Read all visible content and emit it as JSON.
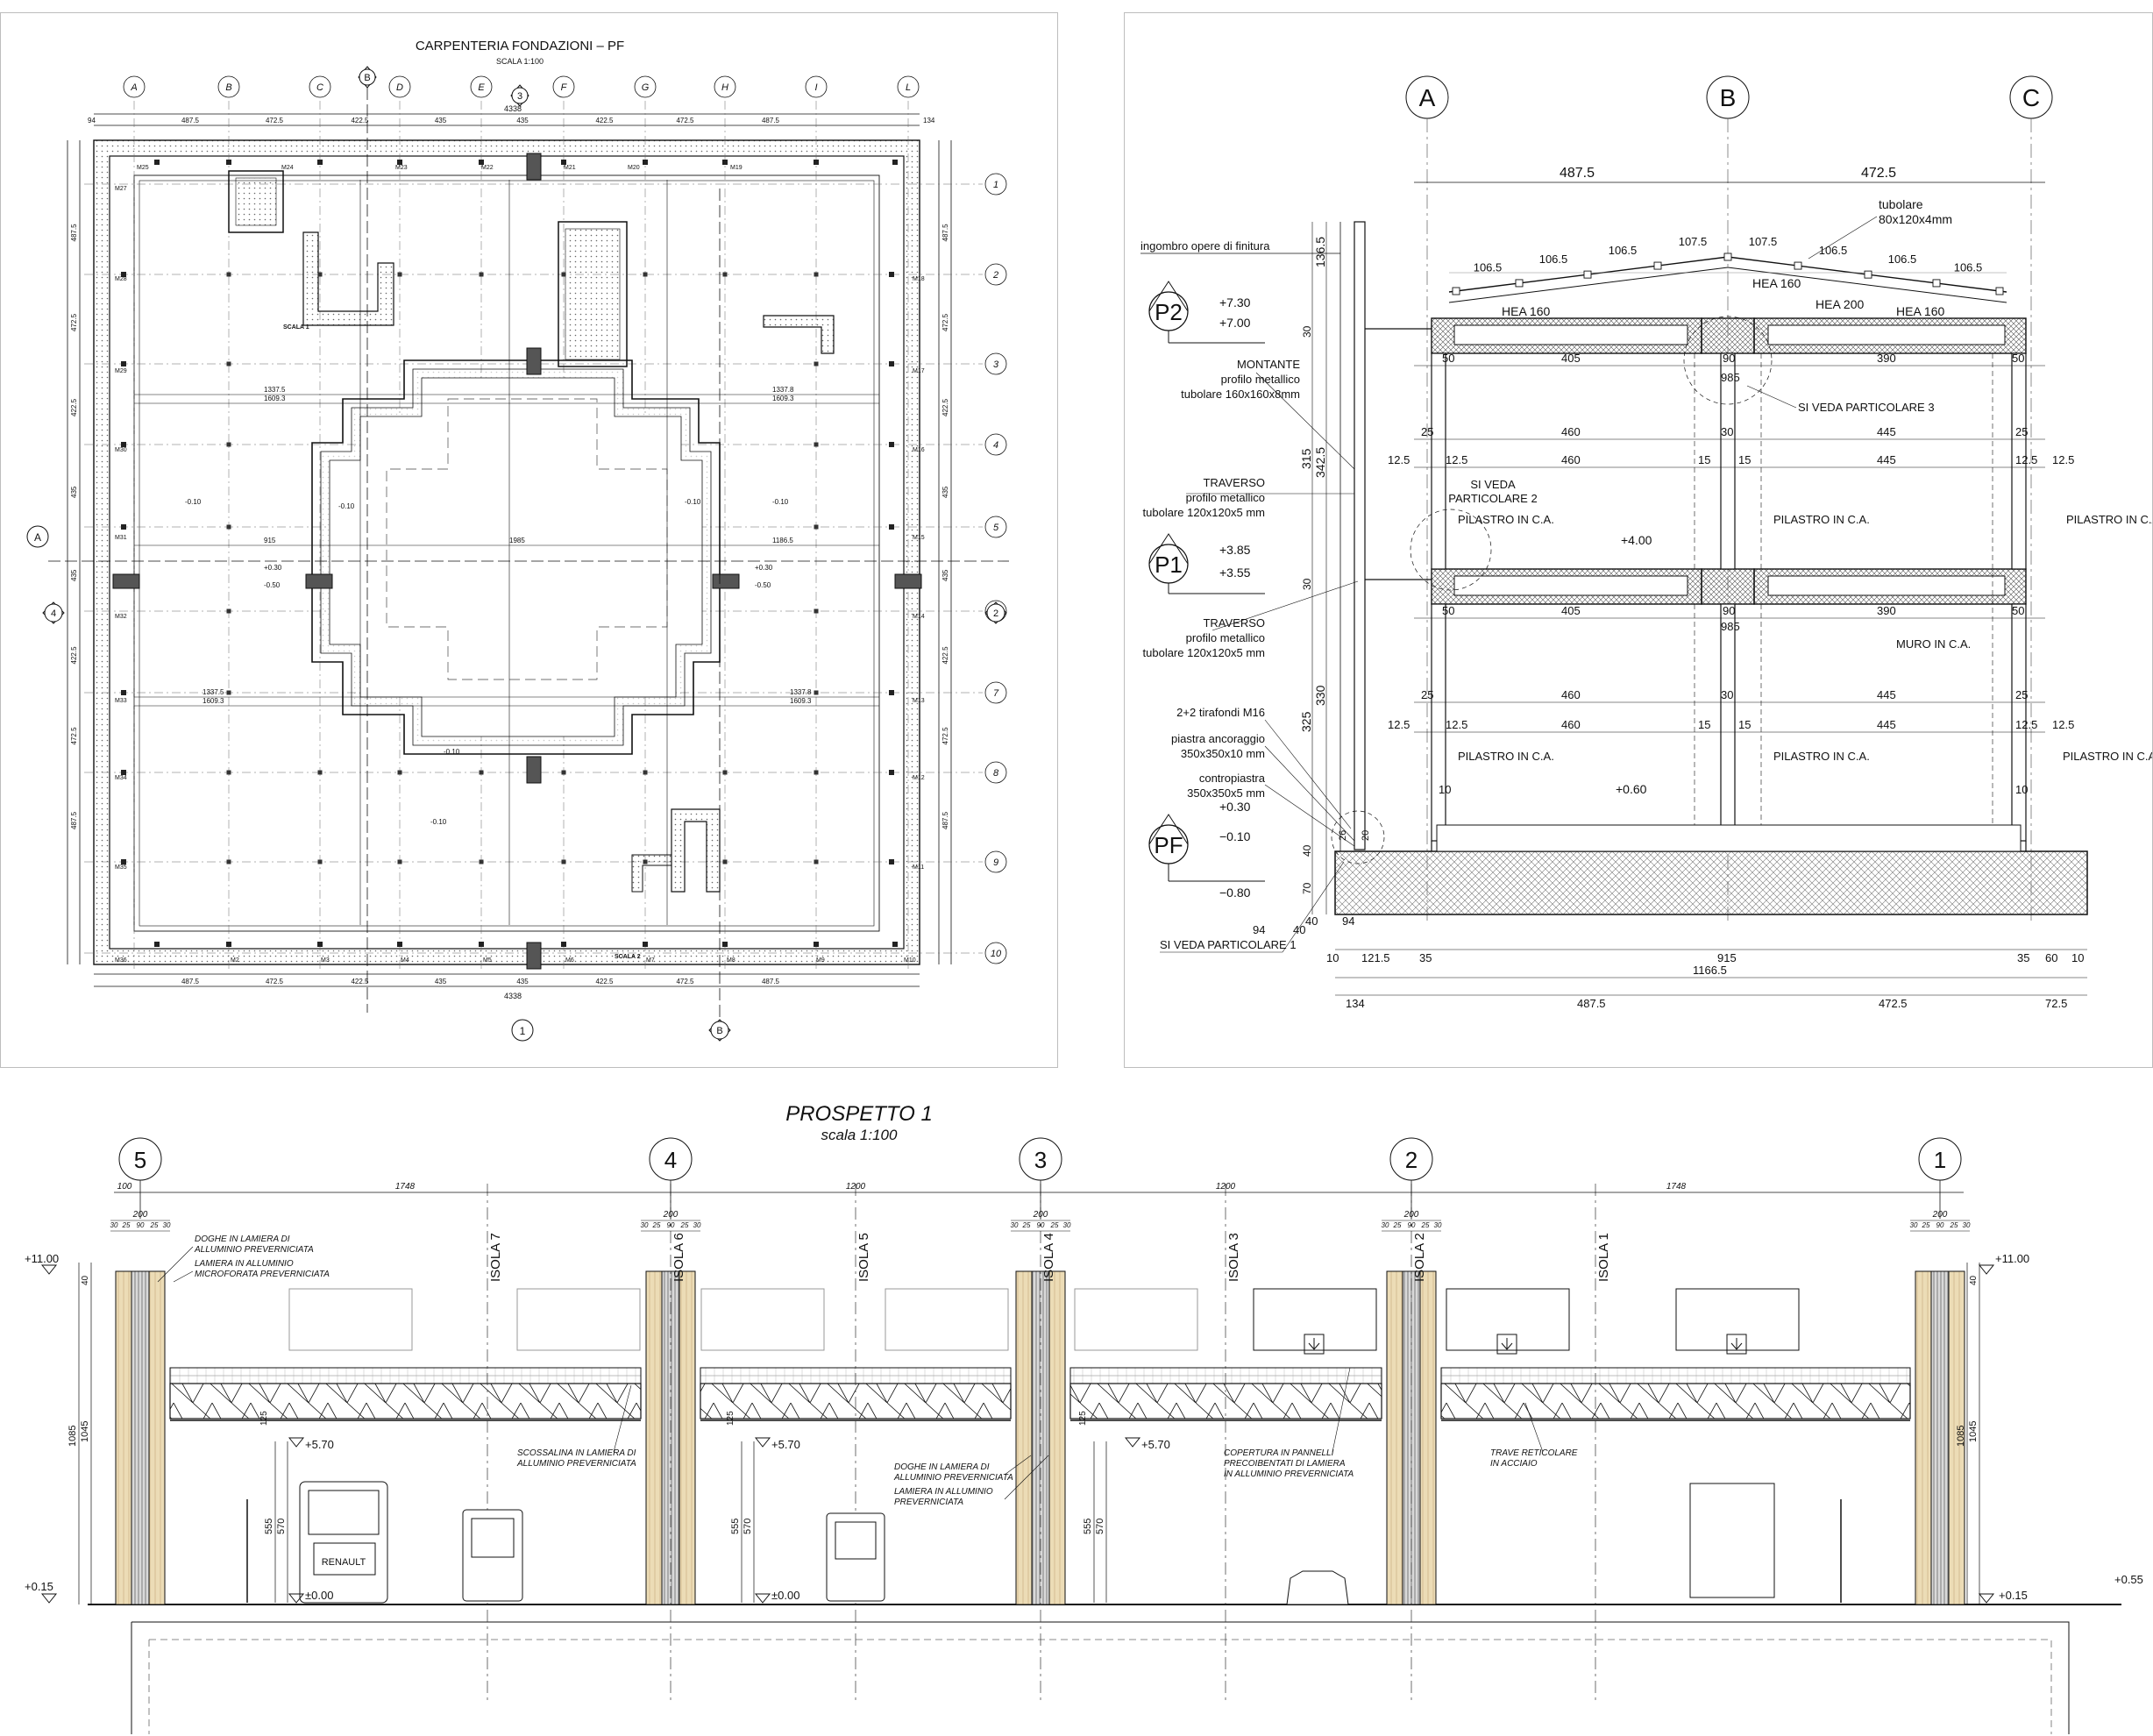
{
  "plan": {
    "title": "CARPENTERIA FONDAZIONI – PF",
    "scale": "SCALA 1:100",
    "col_axes": [
      "A",
      "B",
      "C",
      "D",
      "E",
      "F",
      "G",
      "H",
      "I",
      "L"
    ],
    "row_axes": [
      "1",
      "2",
      "3",
      "4",
      "5",
      "6",
      "7",
      "8",
      "9",
      "10"
    ],
    "top_dims": [
      "487.5",
      "472.5",
      "422.5",
      "435",
      "435",
      "422.5",
      "472.5",
      "487.5"
    ],
    "total_dim": "4338",
    "edge_dims": [
      "94",
      "134"
    ],
    "side_dims": [
      "487.5",
      "472.5",
      "422.5",
      "435",
      "435",
      "422.5",
      "472.5",
      "487.5"
    ],
    "inner_dims": [
      "1337.5",
      "1609.3",
      "915",
      "1985",
      "1186.5",
      "1337.8",
      "1609.3"
    ],
    "section_marks": [
      "A",
      "B",
      "1",
      "2",
      "3",
      "4"
    ],
    "labels": [
      "M25",
      "M24",
      "M23",
      "M22",
      "M21",
      "M20",
      "M19",
      "M27",
      "M28",
      "M29",
      "M30",
      "M31",
      "M32",
      "M33",
      "M34",
      "M35",
      "M36",
      "M2",
      "M3",
      "M4",
      "M5",
      "M6",
      "M7",
      "M8",
      "M9",
      "M10",
      "M11",
      "M12",
      "M13",
      "M14",
      "M15",
      "M16",
      "M17",
      "M18",
      "SCALA 1",
      "SCALA 2"
    ],
    "levels": [
      "-0.10",
      "+0.30",
      "-0.50"
    ]
  },
  "section": {
    "axes": [
      "A",
      "B",
      "C"
    ],
    "top_dims": [
      "487.5",
      "472.5"
    ],
    "roof_dims": [
      "106.5",
      "106.5",
      "106.5",
      "107.5",
      "107.5",
      "106.5",
      "106.5",
      "106.5"
    ],
    "roof_note": "tubolare",
    "roof_note2": "80x120x4mm",
    "beams": [
      "HEA 160",
      "HEA 160",
      "HEA 200",
      "HEA 160"
    ],
    "mark_p2": "P2",
    "mark_p1": "P1",
    "mark_pf": "PF",
    "lev_730": "+7.30",
    "lev_700": "+7.00",
    "lev_385": "+3.85",
    "lev_355": "+3.55",
    "lev_400": "+4.00",
    "lev_060": "+0.60",
    "lev_030": "+0.30",
    "lev_m010": "−0.10",
    "lev_m080": "−0.80",
    "finitura": "ingombro opere di finitura",
    "montante": "MONTANTE",
    "montante2": "profilo metallico",
    "montante3": "tubolare 160x160x8mm",
    "traverso": "TRAVERSO",
    "traverso2": "profilo metallico",
    "traverso3": "tubolare 120x120x5 mm",
    "traverso_b": "TRAVERSO",
    "traverso_b2": "profilo metallico",
    "traverso_b3": "tubolare 120x120x5 mm",
    "tirafondi": "2+2 tirafondi M16",
    "piastra": "piastra ancoraggio",
    "piastra2": "350x350x10 mm",
    "contro": "contropiastra",
    "contro2": "350x350x5 mm",
    "vedi1": "SI VEDA PARTICOLARE 1",
    "vedi2": "SI VEDA",
    "vedi2b": "PARTICOLARE 2",
    "vedi3": "SI VEDA PARTICOLARE 3",
    "pilastro": "PILASTRO IN C.A.",
    "muro": "MURO IN C.A.",
    "d_50": "50",
    "d_405": "405",
    "d_90": "90",
    "d_390": "390",
    "d_985": "985",
    "d_25": "25",
    "d_460": "460",
    "d_30": "30",
    "d_445": "445",
    "d_125": "12.5",
    "d_15": "15",
    "d_10": "10",
    "v_1365": "136.5",
    "v_315": "315",
    "v_3425": "342.5",
    "v_330": "330",
    "v_325": "325",
    "v_40": "40",
    "v_70": "70",
    "v_26": "26",
    "v_20": "20",
    "b_94": "94",
    "b_40": "40",
    "b_1215": "121.5",
    "b_35": "35",
    "b_915": "915",
    "b_60": "60",
    "b_11665": "1166.5",
    "b_134": "134",
    "b_4875": "487.5",
    "b_4725": "472.5",
    "b_725": "72.5"
  },
  "elevation": {
    "title": "PROSPETTO 1",
    "scale": "scala 1:100",
    "axes": [
      "5",
      "4",
      "3",
      "2",
      "1"
    ],
    "spans": [
      "100",
      "1748",
      "1200",
      "1200",
      "1748"
    ],
    "pier_width": "200",
    "pier_sub": [
      "30",
      "25",
      "90",
      "25",
      "30"
    ],
    "islands": [
      "ISOLA 7",
      "ISOLA 6",
      "ISOLA 5",
      "ISOLA 4",
      "ISOLA 3",
      "ISOLA 2",
      "ISOLA 1"
    ],
    "lev_top": "+11.00",
    "lev_570": "+5.70",
    "lev_000": "±0.00",
    "lev_015": "+0.15",
    "lev_055": "+0.55",
    "h_1085": "1085",
    "h_1045": "1045",
    "h_40": "40",
    "h_555": "555",
    "h_570": "570",
    "h_125": "125",
    "note_doghe": "DOGHE IN LAMIERA DI",
    "note_doghe2": "ALLUMINIO PREVERNICIATA",
    "note_lamiera": "LAMIERA IN ALLUMINIO",
    "note_lamiera2": "MICROFORATA PREVERNICIATA",
    "note_scoss": "SCOSSALINA IN LAMIERA DI",
    "note_scoss2": "ALLUMINIO PREVERNICIATA",
    "note_doghe_b": "DOGHE IN LAMIERA DI",
    "note_doghe_b2": "ALLUMINIO PREVERNICIATA",
    "note_lam_b": "LAMIERA IN ALLUMINIO",
    "note_lam_b2": "PREVERNICIATA",
    "note_cop": "COPERTURA IN PANNELLI",
    "note_cop2": "PRECOIBENTATI DI LAMIERA",
    "note_cop3": "IN ALLUMINIO PREVERNICIATA",
    "note_trave": "TRAVE RETICOLARE",
    "note_trave2": "IN ACCIAIO",
    "truck": "RENAULT"
  },
  "colors": {
    "ink": "#111111",
    "frame": "#bdbdbd",
    "hatch": "#8a8a8a",
    "cladding": "#ecdcb6",
    "dashed": "#555555"
  }
}
